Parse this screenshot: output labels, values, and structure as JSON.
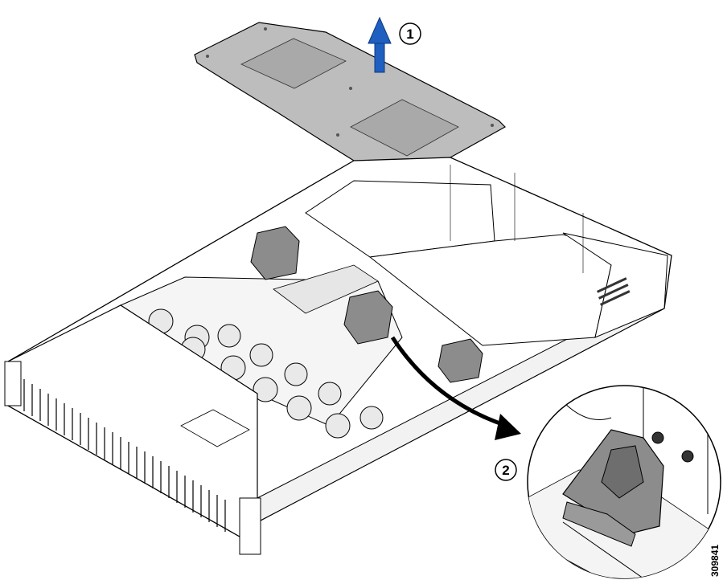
{
  "callouts": [
    {
      "label": "1"
    },
    {
      "label": "2"
    }
  ],
  "figure_id": "309841",
  "colors": {
    "arrow_up": "#1f5fbf",
    "lid": "#bdbdbd",
    "lid_panel": "#a9a9a9",
    "chassis": "#ffffff",
    "outline": "#000000",
    "fan": "#cfcfcf",
    "bracket": "#8c8c8c"
  },
  "icons": {
    "up_arrow": "up-arrow-icon",
    "curved_arrow": "curved-arrow-icon"
  }
}
